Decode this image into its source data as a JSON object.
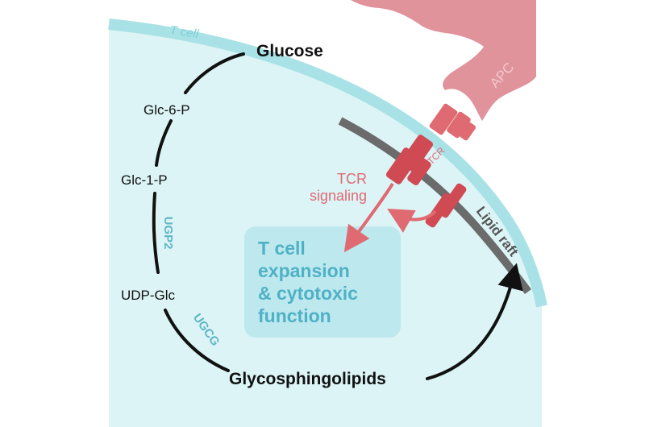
{
  "labels": {
    "t_cell": "T cell",
    "apc": "APC",
    "tcr": "TCR",
    "glucose": "Glucose",
    "glc6p": "Glc-6-P",
    "glc1p": "Glc-1-P",
    "ugp2": "UGP2",
    "udpglc": "UDP-Glc",
    "ugcg": "UGCG",
    "glycosphingolipids": "Glycosphingolipids",
    "lipid_raft": "Lipid raft",
    "tcr_signaling_line1": "TCR",
    "tcr_signaling_line2": "signaling",
    "outcome_line1": "T cell",
    "outcome_line2": "expansion",
    "outcome_line3": "& cytotoxic",
    "outcome_line4": "function"
  },
  "colors": {
    "cytoplasm": "#dcf4f6",
    "membrane": "#a9e2e6",
    "lipid_raft": "#6b6b6b",
    "apc": "#e0939b",
    "receptor": "#cf4a53",
    "receptor_light": "#e06a72",
    "enzyme_text": "#5fb6c6",
    "outcome_box": "#bce8ee",
    "outcome_text": "#4fb1c6",
    "pathway": "#111111"
  }
}
